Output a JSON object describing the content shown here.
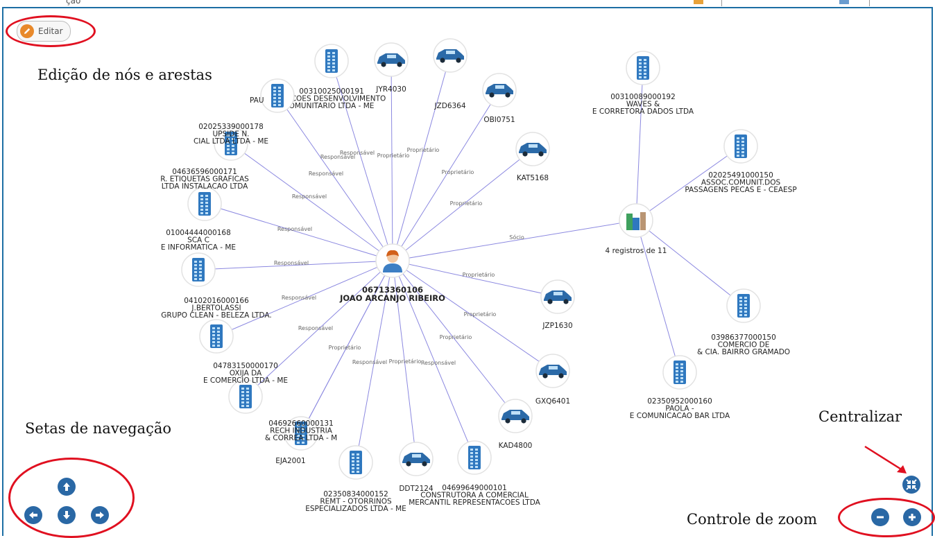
{
  "toolbar": {
    "edit_label": "Editar"
  },
  "annotations": {
    "edit_nodes": "Edição de nós e arestas",
    "nav_arrows": "Setas de navegação",
    "center": "Centralizar",
    "zoom": "Controle de zoom"
  },
  "top_fragment": "ção",
  "colors": {
    "accent": "#2a68a5",
    "edge": "#8b88e0",
    "highlight": "#e01020"
  },
  "graph": {
    "center": {
      "id_label": "06713360106",
      "name": "JOAO ARCANJO RIBEIRO",
      "icon": "person-icon"
    },
    "nodes": [
      {
        "icon": "building-icon",
        "lines": [
          "00310025000191",
          "FECCOES DESENVOLVIMENTO",
          "OMUNITARIO LTDA - ME"
        ]
      },
      {
        "icon": "car-icon",
        "lines": [
          "JYR4030"
        ]
      },
      {
        "icon": "car-icon",
        "lines": [
          "JZD6364"
        ]
      },
      {
        "icon": "building-icon",
        "lines": [
          "PAU"
        ]
      },
      {
        "icon": "car-icon",
        "lines": [
          "OBI0751"
        ]
      },
      {
        "icon": "building-icon",
        "lines": [
          "02025339000178",
          "UPSIDE N.",
          "CIAL LTDA LTDA - ME"
        ]
      },
      {
        "icon": "car-icon",
        "lines": [
          "KAT5168"
        ]
      },
      {
        "icon": "building-icon",
        "lines": [
          "04636596000171",
          "R. ETIQUETAS GRAFICAS",
          "LTDA INSTALACAO LTDA"
        ]
      },
      {
        "icon": "building-icon",
        "lines": [
          "01004444000168",
          "SCA C",
          "E INFORMATICA  - ME"
        ]
      },
      {
        "icon": "building-icon",
        "lines": [
          "04102016000166",
          "J.BERTOLASSI",
          "GRUPO CLEAN - BELEZA LTDA."
        ]
      },
      {
        "icon": "building-icon",
        "lines": [
          "04783150000170",
          "OXIJA DA",
          "E COMERCIO LTDA - ME"
        ]
      },
      {
        "icon": "building-icon",
        "lines": [
          "04692660000131",
          "RECH INDUSTRIA",
          "& CORREA LTDA - M"
        ]
      },
      {
        "icon": "car-icon",
        "lines": [
          "EJA2001"
        ]
      },
      {
        "icon": "building-icon",
        "lines": [
          "02350834000152",
          "REMT - OTORRINOS",
          "ESPECIALIZADOS LTDA - ME"
        ]
      },
      {
        "icon": "car-icon",
        "lines": [
          "DDT2124"
        ]
      },
      {
        "icon": "building-icon",
        "lines": [
          "04699649000101",
          "CONSTRUTORA A COMERCIAL",
          "MERCANTIL REPRESENTACOES LTDA"
        ]
      },
      {
        "icon": "car-icon",
        "lines": [
          "KAD4800"
        ]
      },
      {
        "icon": "car-icon",
        "lines": [
          "GXQ6401"
        ]
      },
      {
        "icon": "car-icon",
        "lines": [
          "JZP1630"
        ]
      },
      {
        "icon": "buildings-group-icon",
        "lines": [
          "4 registros de 11"
        ]
      },
      {
        "icon": "building-icon",
        "lines": [
          "00310089000192",
          "WAVES &",
          "E CORRETORA DADOS LTDA"
        ]
      },
      {
        "icon": "building-icon",
        "lines": [
          "02025491000150",
          "ASSOC.COMUNIT.DOS",
          "PASSAGENS PECAS E - CEAESP"
        ]
      },
      {
        "icon": "building-icon",
        "lines": [
          "03986377000150",
          "COMERCIO DE",
          "& CIA. BAIRRO GRAMADO"
        ]
      },
      {
        "icon": "building-icon",
        "lines": [
          "02350952000160",
          "PAOLA -",
          "E COMUNICACAO BAR LTDA"
        ]
      }
    ],
    "edges": [
      {
        "label": "Responsável"
      },
      {
        "label": "Proprietário"
      },
      {
        "label": "Proprietário"
      },
      {
        "label": "Responsável"
      },
      {
        "label": "Proprietário"
      },
      {
        "label": "Responsável"
      },
      {
        "label": "Proprietário"
      },
      {
        "label": "Responsável"
      },
      {
        "label": "Responsável"
      },
      {
        "label": "Responsável"
      },
      {
        "label": "Responsável"
      },
      {
        "label": "Responsável"
      },
      {
        "label": "Proprietário"
      },
      {
        "label": "Responsável"
      },
      {
        "label": "Proprietário"
      },
      {
        "label": "Responsável"
      },
      {
        "label": "Proprietário"
      },
      {
        "label": "Proprietário"
      },
      {
        "label": "Proprietário"
      },
      {
        "label": "Sócio"
      },
      {
        "label": ""
      },
      {
        "label": ""
      },
      {
        "label": ""
      },
      {
        "label": ""
      }
    ]
  },
  "controls": {
    "nav_up": "arrow-up-icon",
    "nav_left": "arrow-left-icon",
    "nav_down": "arrow-down-icon",
    "nav_right": "arrow-right-icon",
    "center": "center-icon",
    "zoom_out": "minus-icon",
    "zoom_in": "plus-icon"
  }
}
